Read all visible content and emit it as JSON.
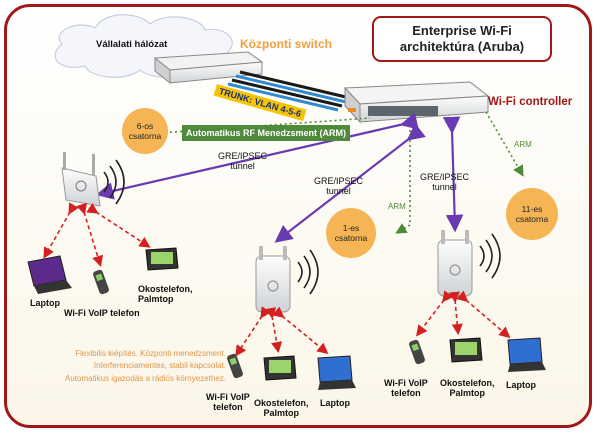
{
  "title": "Enterprise Wi-Fi\narchitektúra (Aruba)",
  "network_label": "Vállalati hálózat",
  "switch_label": "Központi switch",
  "controller_label": "Wi-Fi controller",
  "trunk_label": "TRUNK: VLAN 4-5-6",
  "arm_bar_label": "Automatikus RF Menedzsment (ARM)",
  "arm_small": "ARM",
  "channels": {
    "c6": "6-os\ncsatorna",
    "c1": "1-es\ncsatorna",
    "c11": "11-es\ncsatorna"
  },
  "tunnel_label": "GRE/IPSEC\ntunnel",
  "devices": {
    "laptop": "Laptop",
    "voip": "Wi-Fi VoIP telefon",
    "voip_two_line": "Wi-Fi VoIP\ntelefon",
    "smartphone": "Okostelefon,\nPalmtop"
  },
  "note": "Flexibilis kiépítés. Központi menedzsment.\nInterferenciamentes, stabil kapcsolat.\nAutomatikus igazodás a rádiós környezethez.",
  "colors": {
    "frame": "#a01818",
    "tunnel": "#6a3ab0",
    "client_link": "#d42020",
    "arm": "#4f8a3a",
    "channel": "#f6b555",
    "switch_label": "#f0a040"
  }
}
